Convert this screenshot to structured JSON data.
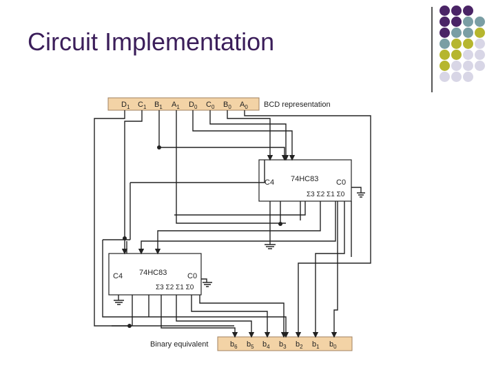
{
  "slide": {
    "title": "Circuit Implementation"
  },
  "colors": {
    "title": "#3b1e5a",
    "purple": "#4a2466",
    "teal": "#7a9ea4",
    "olive": "#b6b62e",
    "lavender": "#d8d6e6",
    "bcd_box": "#f3d3a6",
    "wire": "#222222"
  },
  "diagram": {
    "top_bar": {
      "inputs": [
        "D1",
        "C1",
        "B1",
        "A1",
        "D0",
        "C0",
        "B0",
        "A0"
      ],
      "caption": "BCD representation"
    },
    "chip_upper": {
      "name": "74HC83",
      "carry_out": "C4",
      "carry_in": "C0",
      "sums": "Σ3 Σ2 Σ1 Σ0"
    },
    "chip_lower": {
      "name": "74HC83",
      "carry_out": "C4",
      "carry_in": "C0",
      "sums": "Σ3 Σ2 Σ1 Σ0"
    },
    "bottom_bar": {
      "caption": "Binary equivalent",
      "outputs": [
        "b6",
        "b5",
        "b4",
        "b3",
        "b2",
        "b1",
        "b0"
      ]
    }
  }
}
